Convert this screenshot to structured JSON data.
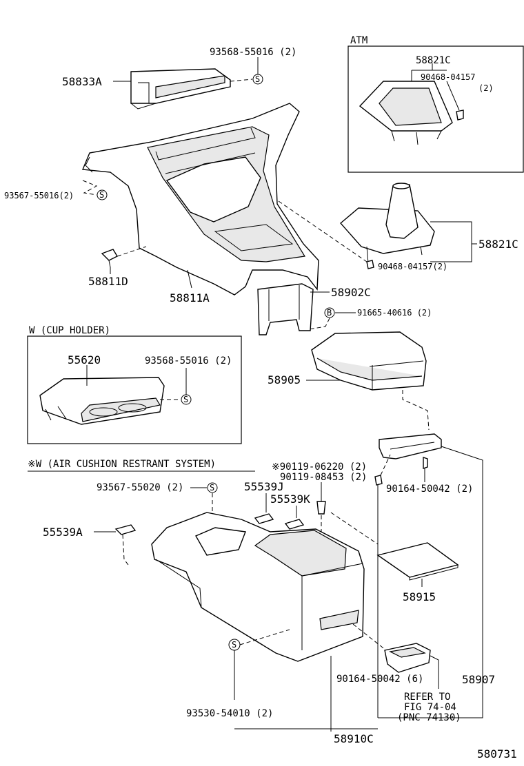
{
  "diagram_id": "580731",
  "boxes": {
    "atm": {
      "title": "ATM"
    },
    "cup_holder": {
      "title": "W (CUP HOLDER)"
    },
    "air_cushion": {
      "title": "※W (AIR CUSHION RESTRANT SYSTEM)"
    }
  },
  "labels": {
    "p58833A": "58833A",
    "p93568_55016_top": "93568-55016 (2)",
    "s_top": "S",
    "p58821C_atm": "58821C",
    "p90468_04157_atm": "90468-04157",
    "p90468_04157_atm_qty": "(2)",
    "p93567_55016": "93567-55016(2)",
    "s_left": "S",
    "p58821C": "58821C",
    "p90468_04157": "90468-04157(2)",
    "p58811D": "58811D",
    "p58811A": "58811A",
    "p58902C": "58902C",
    "b_mark": "B",
    "p91665_40616": "91665-40616 (2)",
    "p55620": "55620",
    "p93568_55016_cup": "93568-55016 (2)",
    "s_cup": "S",
    "p58905": "58905",
    "p93567_55020": "93567-55020 (2)",
    "s_55020": "S",
    "p55539J": "55539J",
    "p55539K": "55539K",
    "p90119_06220": "※90119-06220 (2)",
    "p90119_08453": "90119-08453 (2)",
    "p90164_50042_2": "90164-50042 (2)",
    "p55539A": "55539A",
    "p58915": "58915",
    "s_bottom": "S",
    "p90164_50042_6": "90164-50042 (6)",
    "p58907": "58907",
    "refer1": "REFER TO",
    "refer2": "FIG 74-04",
    "refer3": "(PNC 74130)",
    "p93530_54010": "93530-54010 (2)",
    "p58910C": "58910C"
  }
}
